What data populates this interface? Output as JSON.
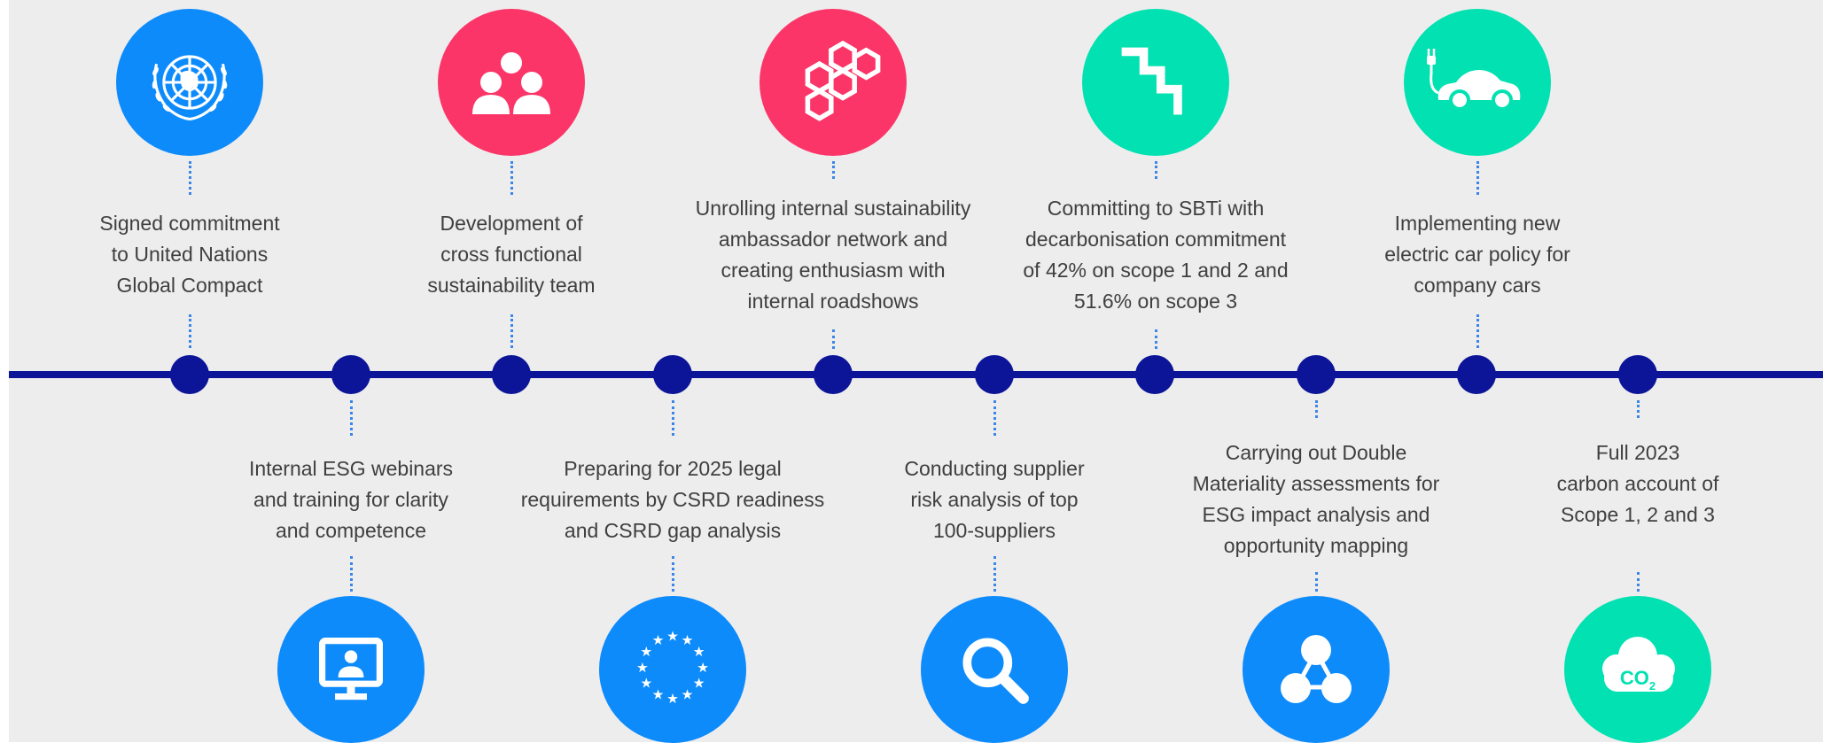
{
  "colors": {
    "background": "#eeedee",
    "axis": "#0c1597",
    "blue": "#0d8bfb",
    "pink": "#fb3567",
    "green": "#02e1b1",
    "text": "#3f3f3f",
    "dots": "#3a86e8"
  },
  "top_events": [
    {
      "icon": "un-emblem-icon",
      "color": "blue",
      "lines": [
        "Signed commitment",
        "to United Nations",
        "Global Compact"
      ]
    },
    {
      "icon": "team-people-icon",
      "color": "pink",
      "lines": [
        "Development of",
        "cross functional",
        "sustainability team"
      ]
    },
    {
      "icon": "hexagon-network-icon",
      "color": "pink",
      "lines": [
        "Unrolling internal sustainability",
        "ambassador network and",
        "creating enthusiasm with",
        "internal roadshows"
      ]
    },
    {
      "icon": "stairs-down-icon",
      "color": "green",
      "lines": [
        "Committing to SBTi with",
        "decarbonisation commitment",
        "of 42% on scope 1 and 2 and",
        "51.6% on scope 3"
      ]
    },
    {
      "icon": "electric-car-icon",
      "color": "green",
      "lines": [
        "Implementing new",
        "electric car policy for",
        "company cars"
      ]
    }
  ],
  "bottom_events": [
    {
      "icon": "webinar-screen-icon",
      "color": "blue",
      "lines": [
        "Internal ESG webinars",
        "and training for clarity",
        "and competence"
      ]
    },
    {
      "icon": "eu-stars-icon",
      "color": "blue",
      "lines": [
        "Preparing for 2025 legal",
        "requirements by CSRD readiness",
        "and CSRD gap analysis"
      ]
    },
    {
      "icon": "magnifier-icon",
      "color": "blue",
      "lines": [
        "Conducting supplier",
        "risk analysis of top",
        "100-suppliers"
      ]
    },
    {
      "icon": "molecule-icon",
      "color": "blue",
      "lines": [
        "Carrying out Double",
        "Materiality assessments for",
        "ESG impact analysis and",
        "opportunity mapping"
      ]
    },
    {
      "icon": "co2-cloud-icon",
      "color": "green",
      "lines": [
        "Full 2023",
        "carbon account of",
        "Scope 1, 2 and 3"
      ]
    }
  ],
  "co2_text": "CO",
  "co2_sub": "2"
}
